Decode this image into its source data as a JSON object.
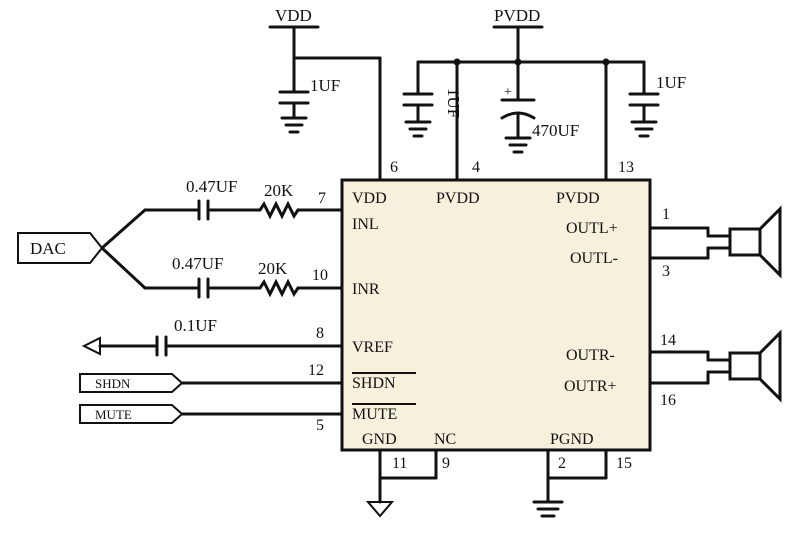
{
  "supplies": {
    "vdd": "VDD",
    "pvdd": "PVDD"
  },
  "capacitors": {
    "vdd_bypass": "1UF",
    "pvdd_left": "1UF",
    "pvdd_bulk": "470UF",
    "pvdd_right": "1UF",
    "inl_coupling": "0.47UF",
    "inr_coupling": "0.47UF",
    "vref": "0.1UF"
  },
  "resistors": {
    "inl": "20K",
    "inr": "20K"
  },
  "inputs": {
    "dac": "DAC",
    "shdn": "SHDN",
    "mute": "MUTE"
  },
  "chip": {
    "pins_left": {
      "vdd": "VDD",
      "inl": "INL",
      "inr": "INR",
      "vref": "VREF",
      "shdn": "SHDN",
      "mute": "MUTE"
    },
    "pins_top": {
      "pvdd1": "PVDD",
      "pvdd2": "PVDD"
    },
    "pins_right": {
      "outl_p": "OUTL+",
      "outl_m": "OUTL-",
      "outr_m": "OUTR-",
      "outr_p": "OUTR+"
    },
    "pins_bottom": {
      "gnd": "GND",
      "nc": "NC",
      "pgnd": "PGND"
    }
  },
  "pin_numbers": {
    "vdd": "6",
    "pvdd1": "4",
    "pvdd2": "13",
    "inl": "7",
    "inr": "10",
    "vref": "8",
    "shdn": "12",
    "mute": "5",
    "gnd": "11",
    "nc": "9",
    "pgnd": "2",
    "pgnd2": "15",
    "outl_p": "1",
    "outl_m": "3",
    "outr_m": "14",
    "outr_p": "16"
  },
  "colors": {
    "chip_fill": "#f7f0dd",
    "ink": "#111111"
  }
}
